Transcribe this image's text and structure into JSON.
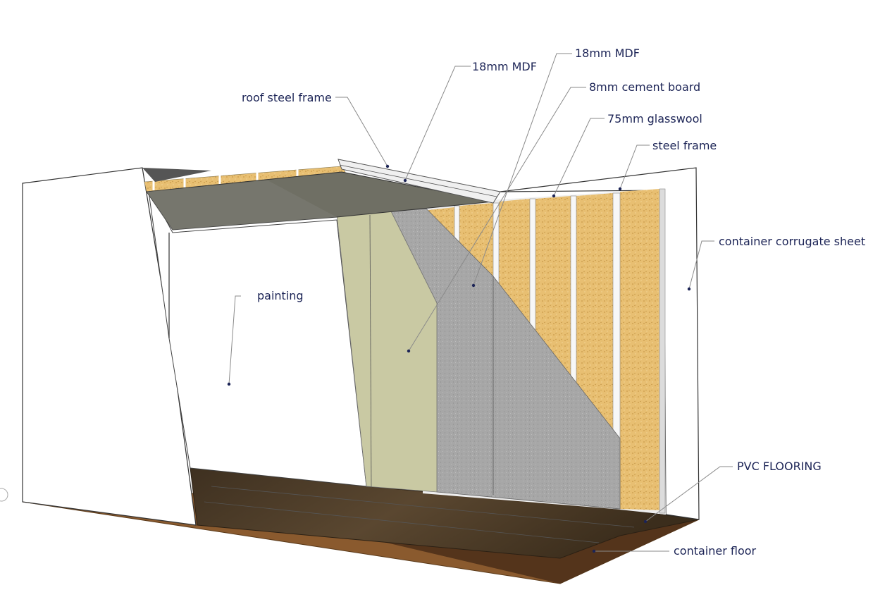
{
  "labels": {
    "roof_steel_frame": "roof steel frame",
    "mdf_roof": "18mm MDF",
    "mdf_wall": "18mm MDF",
    "cement_board": "8mm cement board",
    "glasswool": "75mm glasswool",
    "steel_frame": "steel frame",
    "corrugate_sheet": "container corrugate sheet",
    "painting": "painting",
    "pvc_flooring": "PVC FLOORING",
    "container_floor": "container floor"
  },
  "colors": {
    "label_text": "#1c2456",
    "glasswool": "#e8bf72",
    "cement_board": "#a9a9a9",
    "mdf_wall": "#c9c9a3",
    "mdf_roof": "#6f6f64",
    "pvc_flooring": "#4a3a22",
    "container_floor": "#8a5a2e",
    "steel_frame": "#ececec",
    "painting": "#ffffff"
  }
}
